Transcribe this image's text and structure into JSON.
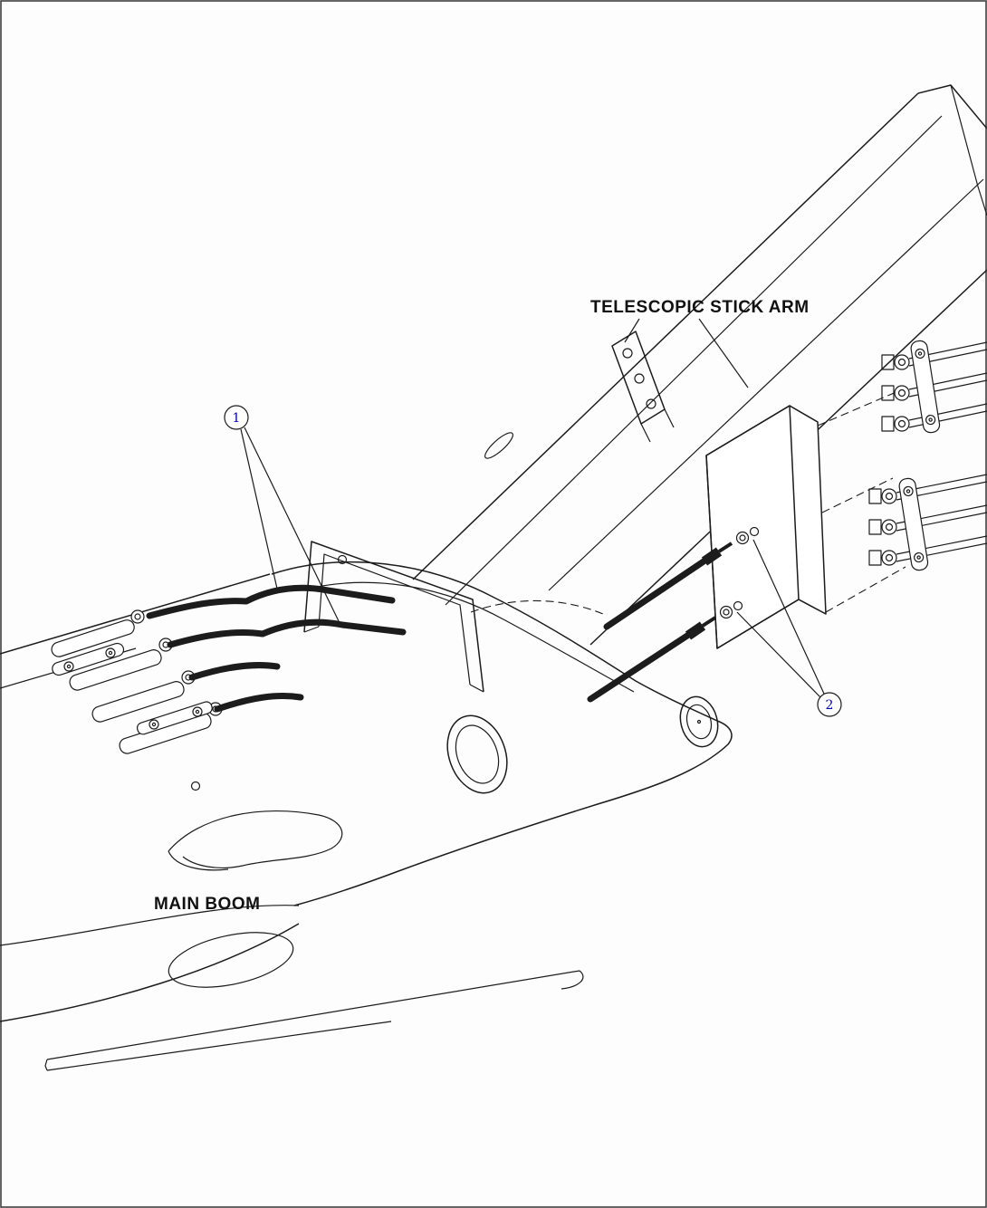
{
  "page": {
    "background": "#fdfdfd",
    "line_color": "#1c1c1c",
    "callout_color": "#0000bd",
    "border_color": "#333333"
  },
  "diagram": {
    "labels": {
      "stick_arm": "TELESCOPIC STICK ARM",
      "main_boom": "MAIN BOOM"
    },
    "callouts": [
      {
        "number": "1"
      },
      {
        "number": "2"
      }
    ]
  }
}
